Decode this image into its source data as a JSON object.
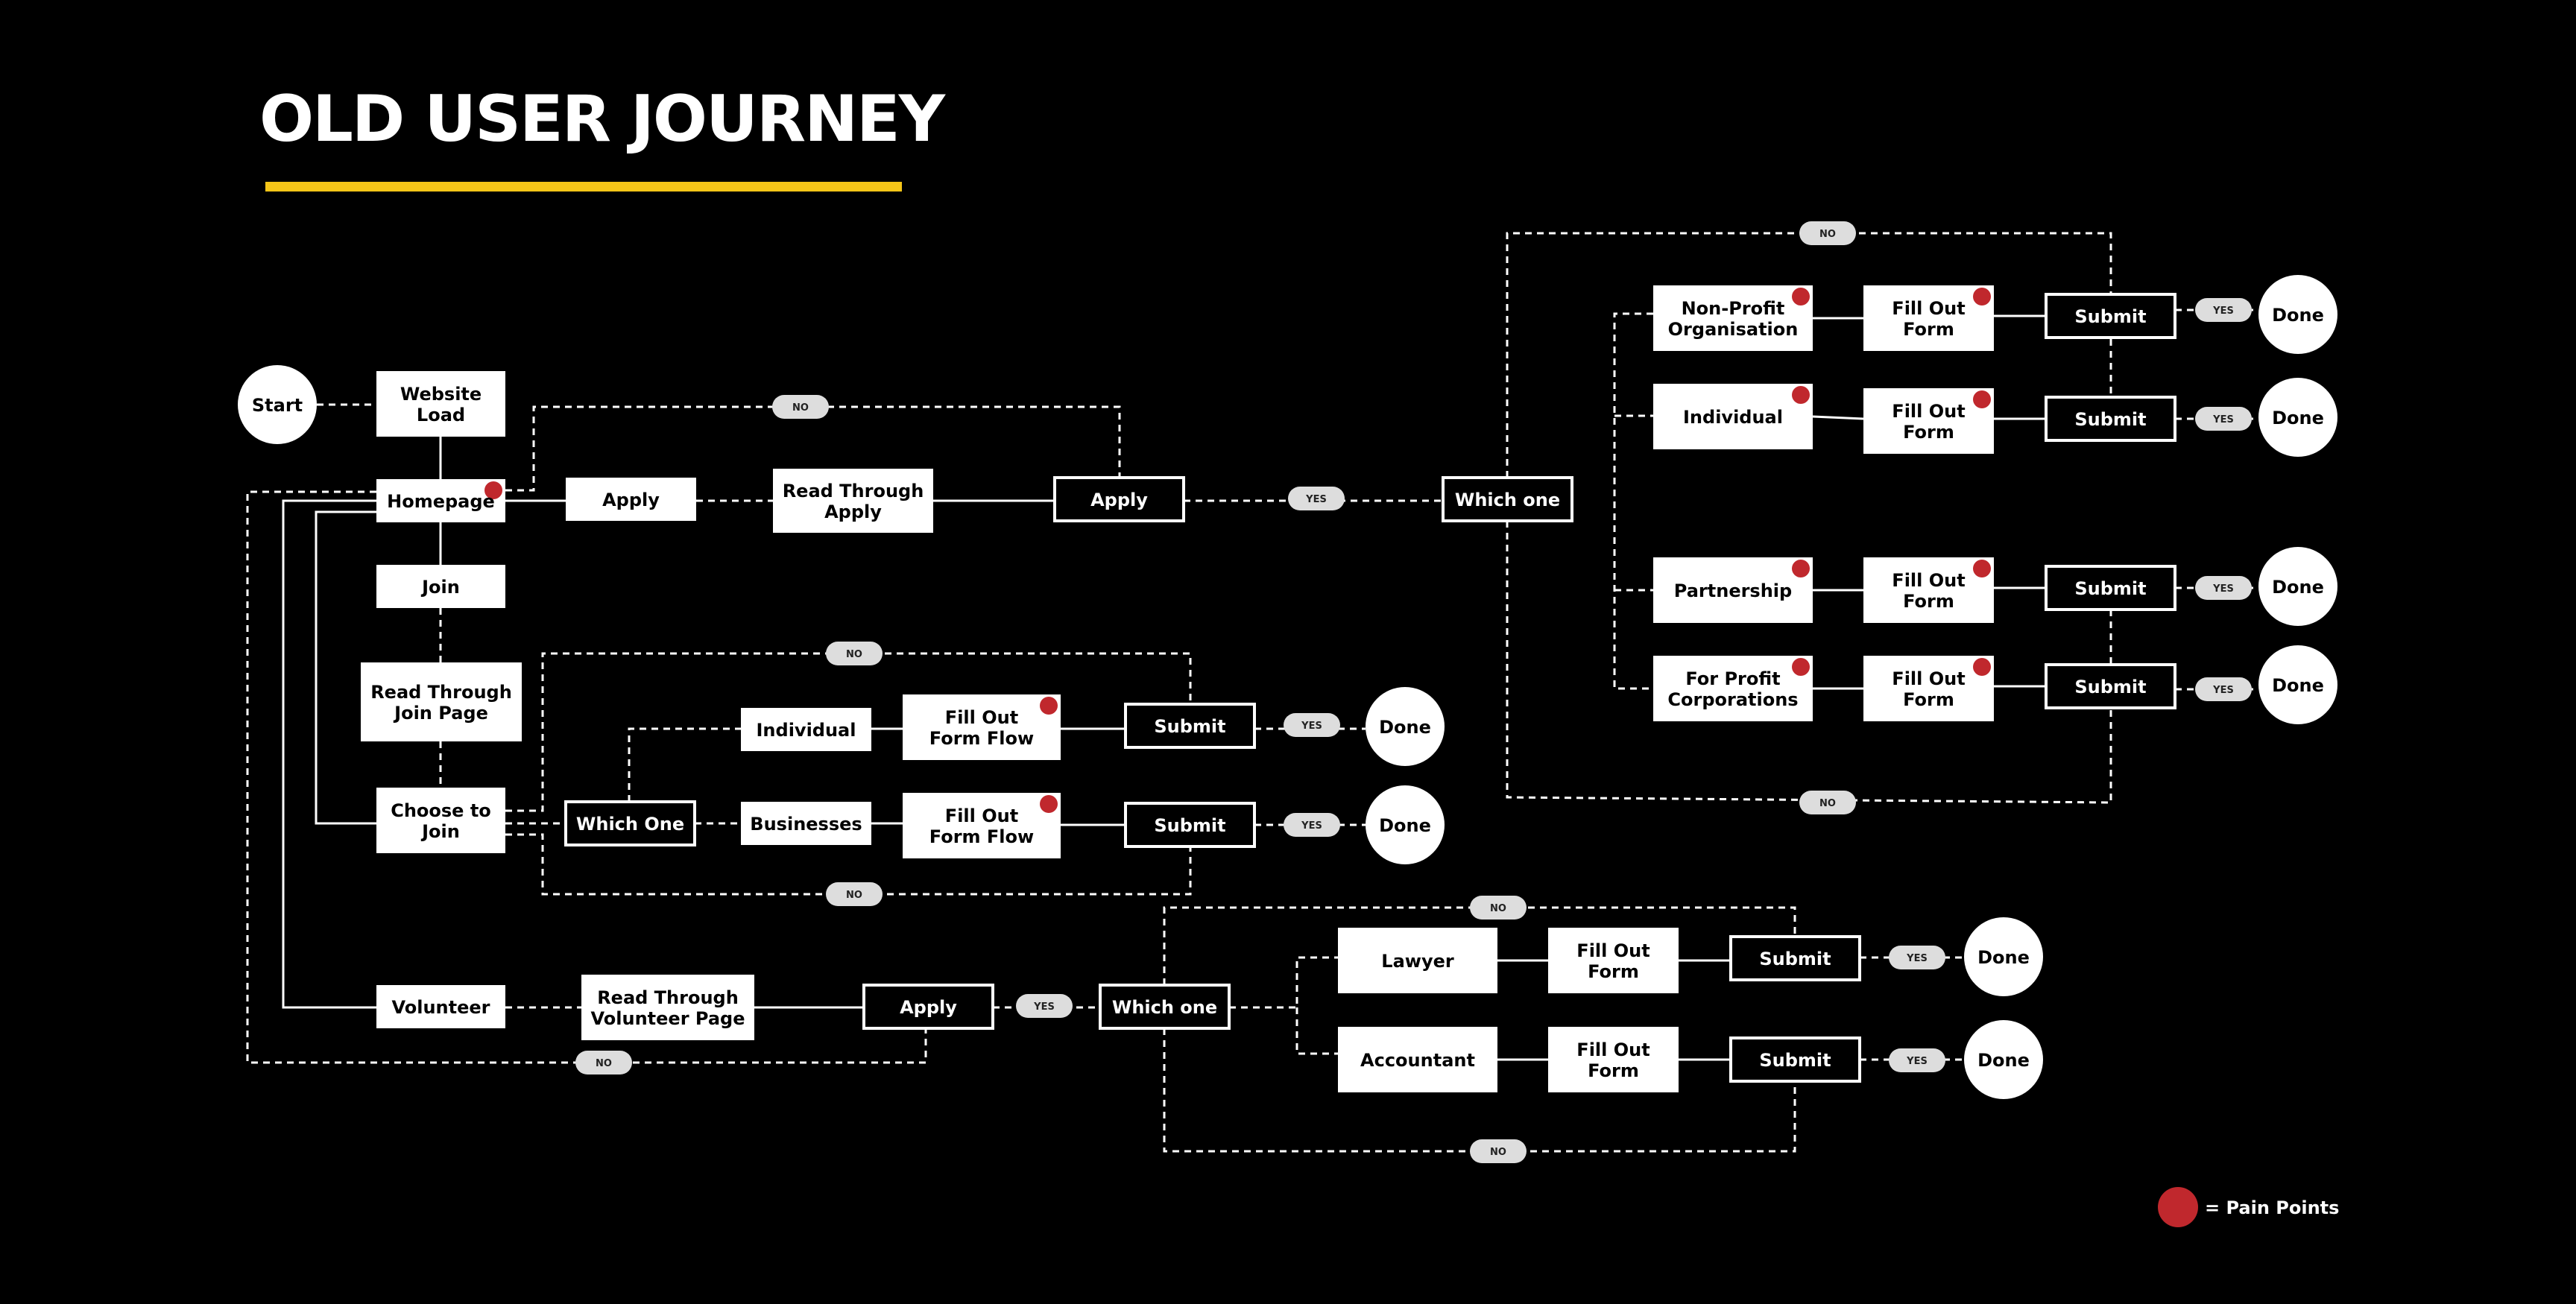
{
  "title": "OLD USER JOURNEY",
  "colors": {
    "background": "#000000",
    "accent": "#F5C518",
    "pain": "#C0282D",
    "box": "#FFFFFF",
    "pill": "#DDDDDD"
  },
  "legend": {
    "label": "= Pain Points",
    "icon": "pain-point-dot"
  },
  "nodes": [
    {
      "id": "start",
      "style": "circle",
      "lines": [
        "Start"
      ]
    },
    {
      "id": "website-load",
      "style": "box",
      "lines": [
        "Website",
        "Load"
      ]
    },
    {
      "id": "homepage",
      "style": "box",
      "lines": [
        "Homepage"
      ],
      "pain": true
    },
    {
      "id": "join",
      "style": "box",
      "lines": [
        "Join"
      ]
    },
    {
      "id": "read-join",
      "style": "box",
      "lines": [
        "Read Through",
        "Join Page"
      ]
    },
    {
      "id": "choose-join",
      "style": "box",
      "lines": [
        "Choose to",
        "Join"
      ]
    },
    {
      "id": "volunteer",
      "style": "box",
      "lines": [
        "Volunteer"
      ]
    },
    {
      "id": "apply-1",
      "style": "box",
      "lines": [
        "Apply"
      ]
    },
    {
      "id": "read-apply",
      "style": "box",
      "lines": [
        "Read Through",
        "Apply"
      ]
    },
    {
      "id": "apply-2",
      "style": "outline",
      "lines": [
        "Apply"
      ]
    },
    {
      "id": "which-one-top",
      "style": "outline",
      "lines": [
        "Which one"
      ]
    },
    {
      "id": "nonprofit",
      "style": "box",
      "lines": [
        "Non-Profit",
        "Organisation"
      ],
      "pain": true
    },
    {
      "id": "form-np",
      "style": "box",
      "lines": [
        "Fill Out",
        "Form"
      ],
      "pain": true
    },
    {
      "id": "submit-np",
      "style": "outline",
      "lines": [
        "Submit"
      ]
    },
    {
      "id": "done-np",
      "style": "circle",
      "lines": [
        "Done"
      ]
    },
    {
      "id": "individual-top",
      "style": "box",
      "lines": [
        "Individual"
      ],
      "pain": true
    },
    {
      "id": "form-ind-top",
      "style": "box",
      "lines": [
        "Fill Out",
        "Form"
      ],
      "pain": true
    },
    {
      "id": "submit-ind-top",
      "style": "outline",
      "lines": [
        "Submit"
      ]
    },
    {
      "id": "done-ind-top",
      "style": "circle",
      "lines": [
        "Done"
      ]
    },
    {
      "id": "partnership",
      "style": "box",
      "lines": [
        "Partnership"
      ],
      "pain": true
    },
    {
      "id": "form-part",
      "style": "box",
      "lines": [
        "Fill Out",
        "Form"
      ],
      "pain": true
    },
    {
      "id": "submit-part",
      "style": "outline",
      "lines": [
        "Submit"
      ]
    },
    {
      "id": "done-part",
      "style": "circle",
      "lines": [
        "Done"
      ]
    },
    {
      "id": "forprofit",
      "style": "box",
      "lines": [
        "For Profit",
        "Corporations"
      ],
      "pain": true
    },
    {
      "id": "form-fp",
      "style": "box",
      "lines": [
        "Fill Out",
        "Form"
      ],
      "pain": true
    },
    {
      "id": "submit-fp",
      "style": "outline",
      "lines": [
        "Submit"
      ]
    },
    {
      "id": "done-fp",
      "style": "circle",
      "lines": [
        "Done"
      ]
    },
    {
      "id": "which-one-join",
      "style": "outline",
      "lines": [
        "Which One"
      ]
    },
    {
      "id": "individual-join",
      "style": "box",
      "lines": [
        "Individual"
      ]
    },
    {
      "id": "form-flow-ind",
      "style": "box",
      "lines": [
        "Fill Out",
        "Form Flow"
      ],
      "pain": true
    },
    {
      "id": "submit-ind-join",
      "style": "outline",
      "lines": [
        "Submit"
      ]
    },
    {
      "id": "done-ind-join",
      "style": "circle",
      "lines": [
        "Done"
      ]
    },
    {
      "id": "businesses",
      "style": "box",
      "lines": [
        "Businesses"
      ]
    },
    {
      "id": "form-flow-bus",
      "style": "box",
      "lines": [
        "Fill Out",
        "Form Flow"
      ],
      "pain": true
    },
    {
      "id": "submit-bus",
      "style": "outline",
      "lines": [
        "Submit"
      ]
    },
    {
      "id": "done-bus",
      "style": "circle",
      "lines": [
        "Done"
      ]
    },
    {
      "id": "read-vol",
      "style": "box",
      "lines": [
        "Read Through",
        "Volunteer Page"
      ]
    },
    {
      "id": "apply-vol",
      "style": "outline",
      "lines": [
        "Apply"
      ]
    },
    {
      "id": "which-one-vol",
      "style": "outline",
      "lines": [
        "Which one"
      ]
    },
    {
      "id": "lawyer",
      "style": "box",
      "lines": [
        "Lawyer"
      ]
    },
    {
      "id": "form-law",
      "style": "box",
      "lines": [
        "Fill Out",
        "Form"
      ]
    },
    {
      "id": "submit-law",
      "style": "outline",
      "lines": [
        "Submit"
      ]
    },
    {
      "id": "done-law",
      "style": "circle",
      "lines": [
        "Done"
      ]
    },
    {
      "id": "accountant",
      "style": "box",
      "lines": [
        "Accountant"
      ]
    },
    {
      "id": "form-acc",
      "style": "box",
      "lines": [
        "Fill Out",
        "Form"
      ]
    },
    {
      "id": "submit-acc",
      "style": "outline",
      "lines": [
        "Submit"
      ]
    },
    {
      "id": "done-acc",
      "style": "circle",
      "lines": [
        "Done"
      ]
    }
  ],
  "pills": [
    {
      "id": "no-top-right",
      "text": "NO"
    },
    {
      "id": "no-homepage",
      "text": "NO"
    },
    {
      "id": "yes-apply",
      "text": "YES"
    },
    {
      "id": "yes-np",
      "text": "YES"
    },
    {
      "id": "yes-ind-top",
      "text": "YES"
    },
    {
      "id": "yes-part",
      "text": "YES"
    },
    {
      "id": "yes-fp",
      "text": "YES"
    },
    {
      "id": "no-bottom-right",
      "text": "NO"
    },
    {
      "id": "no-join-top",
      "text": "NO"
    },
    {
      "id": "yes-ind-join",
      "text": "YES"
    },
    {
      "id": "yes-bus",
      "text": "YES"
    },
    {
      "id": "no-join-bottom",
      "text": "NO"
    },
    {
      "id": "no-vol-top",
      "text": "NO"
    },
    {
      "id": "yes-vol",
      "text": "YES"
    },
    {
      "id": "yes-law",
      "text": "YES"
    },
    {
      "id": "yes-acc",
      "text": "YES"
    },
    {
      "id": "no-vol-bottom",
      "text": "NO"
    },
    {
      "id": "no-vol-left",
      "text": "NO"
    }
  ]
}
